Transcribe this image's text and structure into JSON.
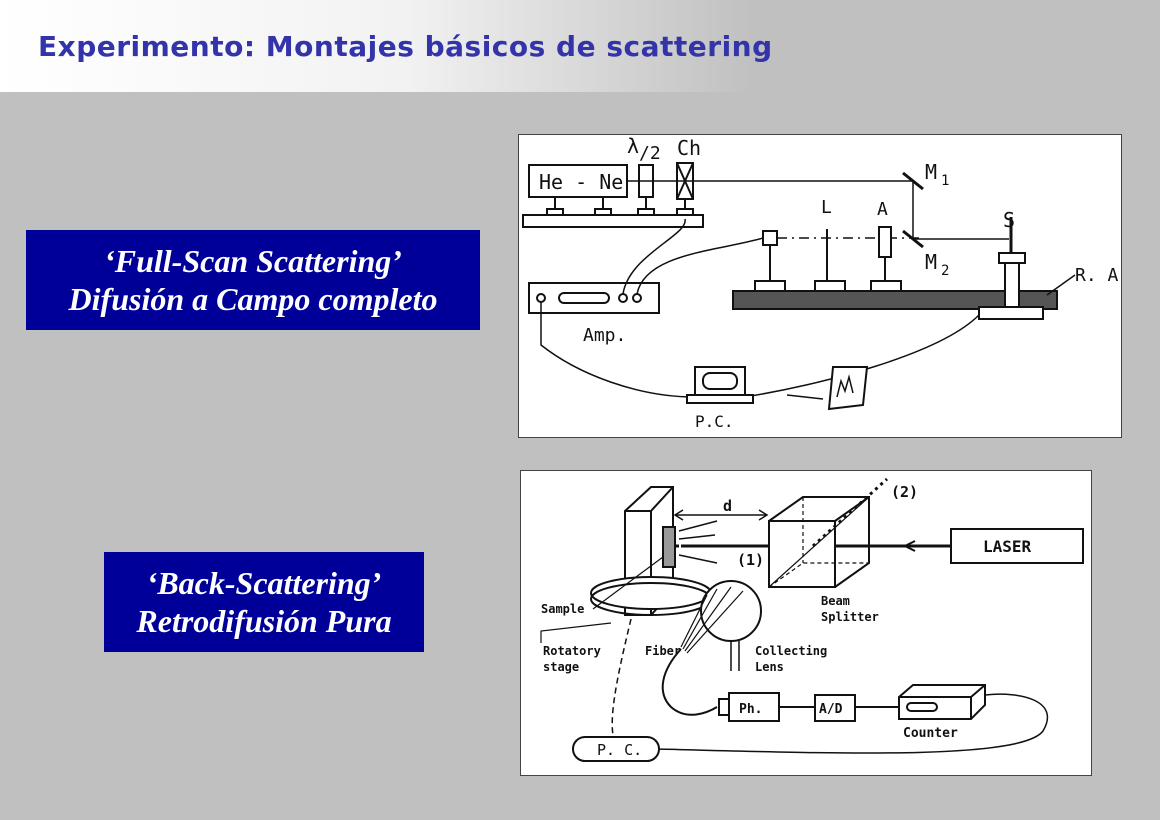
{
  "slide": {
    "title": "Experimento: Montajes básicos de scattering"
  },
  "full_scan": {
    "line1": "‘Full-Scan Scattering’",
    "line2": "Difusión a Campo completo",
    "diagram": {
      "laser": "He - Ne",
      "half_wave_num": "λ",
      "half_wave_den": "/2",
      "chopper": "Ch",
      "mirror1": "M",
      "mirror1_sub": "1",
      "mirror2": "M",
      "mirror2_sub": "2",
      "lens": "L",
      "analyzer": "A",
      "sample": "S",
      "rot_axis": "R. A.",
      "amp": "Amp.",
      "pc": "P.C."
    }
  },
  "back_scan": {
    "line1": "‘Back-Scattering’",
    "line2": "Retrodifusión Pura",
    "diagram": {
      "laser": "LASER",
      "distance": "d",
      "path1": "(1)",
      "path2": "(2)",
      "beam_splitter_1": "Beam",
      "beam_splitter_2": "Splitter",
      "sample": "Sample",
      "rotatory_1": "Rotatory",
      "rotatory_2": "stage",
      "fiber": "Fiber",
      "collecting_1": "Collecting",
      "collecting_2": "Lens",
      "ph": "Ph.",
      "ad": "A/D",
      "counter": "Counter",
      "pc": "P. C."
    }
  }
}
